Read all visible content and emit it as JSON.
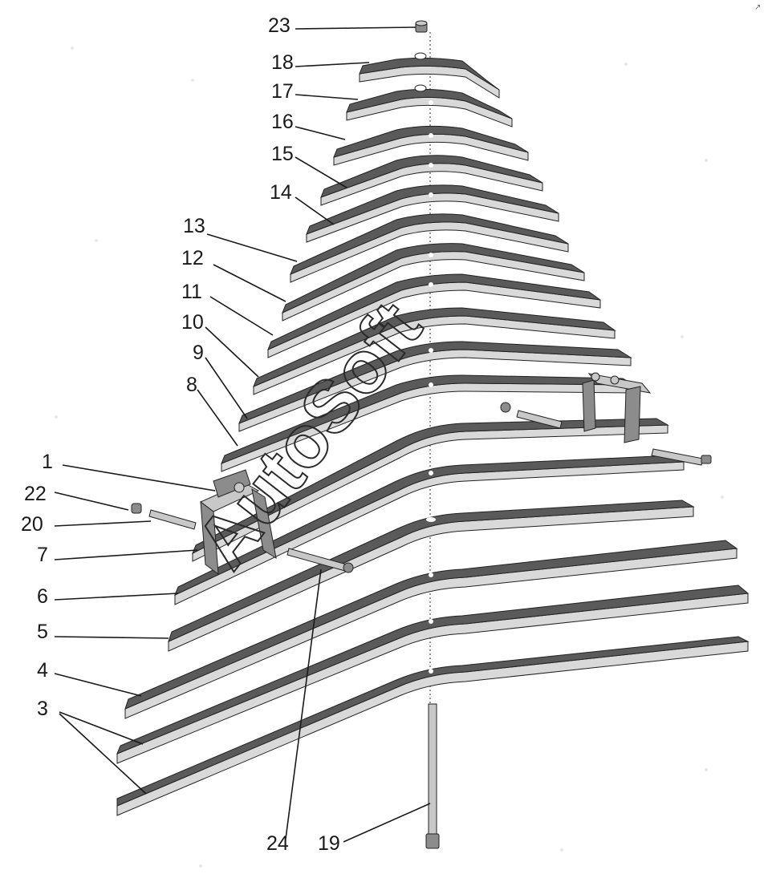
{
  "watermark": "AutoSoft",
  "labels": {
    "l1": "1",
    "l3": "3",
    "l4": "4",
    "l5": "5",
    "l6": "6",
    "l7": "7",
    "l8": "8",
    "l9": "9",
    "l10": "10",
    "l11": "11",
    "l12": "12",
    "l13": "13",
    "l14": "14",
    "l15": "15",
    "l16": "16",
    "l17": "17",
    "l18": "18",
    "l19": "19",
    "l20": "20",
    "l22": "22",
    "l23": "23",
    "l24": "24"
  }
}
